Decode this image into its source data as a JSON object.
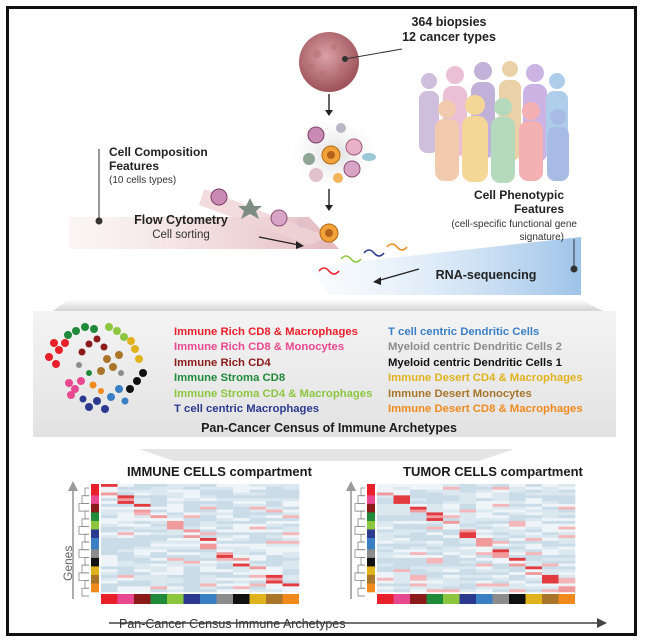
{
  "top": {
    "biopsies_line1": "364 biopsies",
    "biopsies_line2": "12 cancer types"
  },
  "left_feature": {
    "title_line1": "Cell Composition",
    "title_line2": "Features",
    "note": "(10 cells types)"
  },
  "flow": {
    "title": "Flow Cytometry",
    "subtitle": "Cell sorting"
  },
  "right_feature": {
    "title_line1": "Cell Phenotypic",
    "title_line2": "Features",
    "note_line1": "(cell-specific functional gene",
    "note_line2": "signature)"
  },
  "rnaseq": {
    "label": "RNA-sequencing"
  },
  "archetypes_left": [
    {
      "label": "Immune Rich CD8 & Macrophages",
      "color": "#e8202a"
    },
    {
      "label": "Immune Rich CD8 & Monocytes",
      "color": "#e8488f"
    },
    {
      "label": "Immune Rich CD4",
      "color": "#8b1a1a"
    },
    {
      "label": "Immune Stroma CD8",
      "color": "#1f8a3a"
    },
    {
      "label": "Immune Stroma CD4 & Macrophages",
      "color": "#8cc63f"
    },
    {
      "label": "T cell centric Macrophages",
      "color": "#2b3a8f"
    }
  ],
  "archetypes_right": [
    {
      "label": "T cell centric Dendritic Cells",
      "color": "#3a7fc4"
    },
    {
      "label": "Myeloid centric Dendritic Cells 2",
      "color": "#8c8c8c"
    },
    {
      "label": "Myeloid centric Dendritic Cells 1",
      "color": "#111111"
    },
    {
      "label": "Immune Desert CD4 & Macrophages",
      "color": "#e0b21c"
    },
    {
      "label": "Immune Desert Monocytes",
      "color": "#a8752a"
    },
    {
      "label": "Immune Desert CD8 & Macrophages",
      "color": "#f08a1c"
    }
  ],
  "census_title": "Pan-Cancer Census of Immune Archetypes",
  "immune_title": "IMMUNE CELLS compartment",
  "tumor_title": "TUMOR CELLS compartment",
  "y_label": "Genes",
  "x_label": "Pan-Cancer Census Immune Archetypes",
  "colors": {
    "frame": "#111111",
    "flow_band": "#e9c9cc",
    "rna_band": "#bfd6ee",
    "gene_band": "#d7e6ef",
    "high": "#e23a3f"
  }
}
